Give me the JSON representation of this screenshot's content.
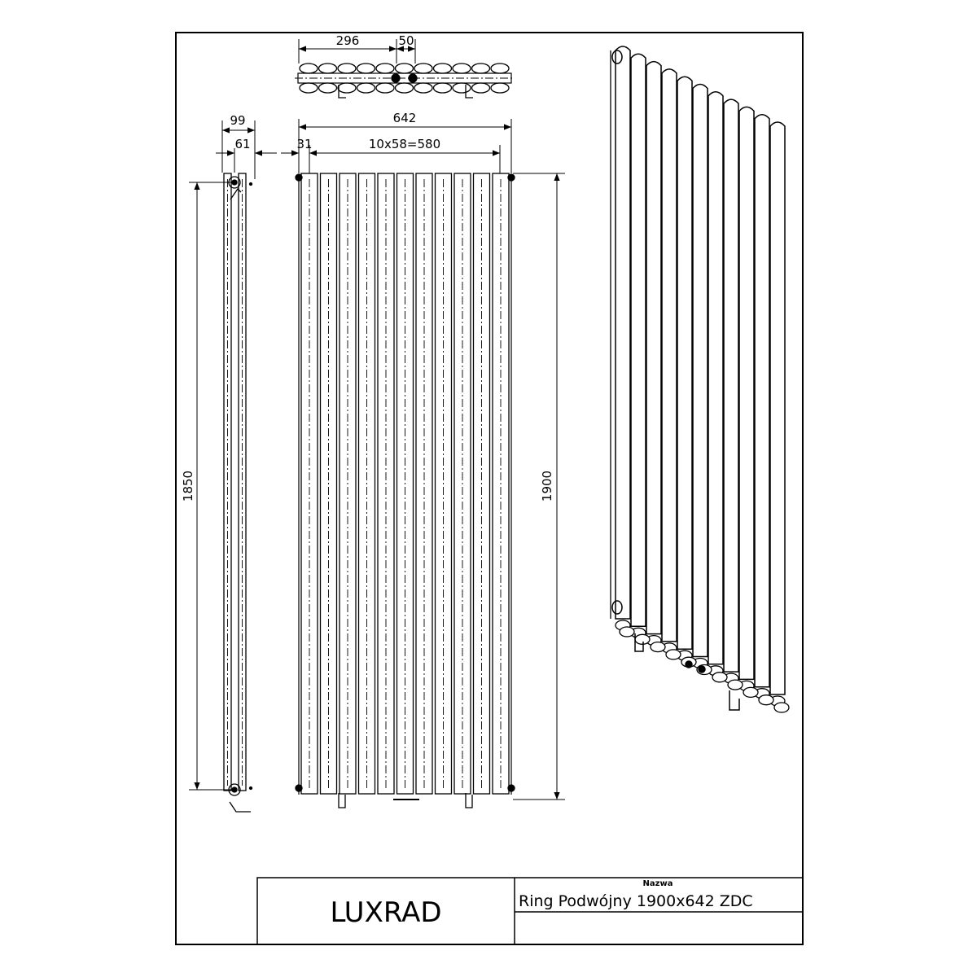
{
  "title_block": {
    "brand": "LUXRAD",
    "name_label": "Nazwa",
    "product_name": "Ring Podwójny 1900x642 ZDC"
  },
  "dimensions": {
    "top_view_width": "296",
    "top_view_offset": "50",
    "side_depth_total": "99",
    "side_depth_inner": "61",
    "side_height": "1850",
    "front_width": "642",
    "front_edge": "31",
    "front_spacing": "10x58=580",
    "front_height": "1900"
  },
  "views": [
    "top-view",
    "side-view",
    "front-view",
    "isometric-view"
  ]
}
